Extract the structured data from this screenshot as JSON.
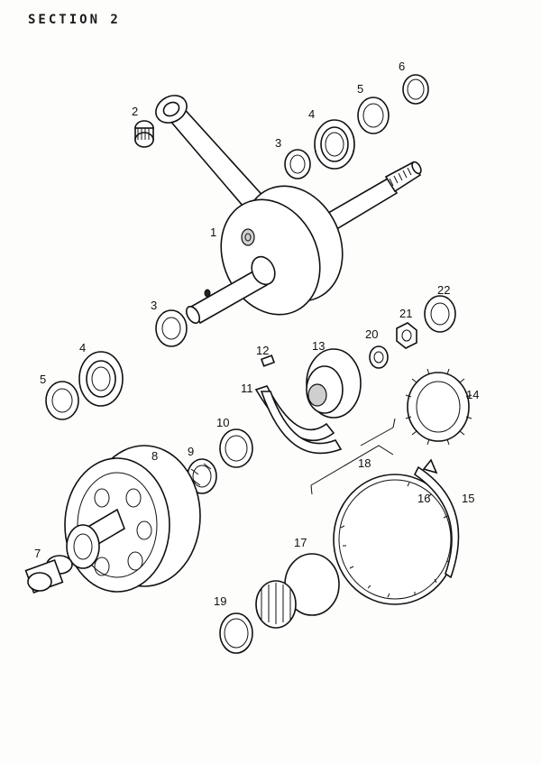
{
  "header": {
    "title": "SECTION 2"
  },
  "callouts": [
    "1",
    "2",
    "3",
    "4",
    "5",
    "6",
    "3",
    "4",
    "5",
    "7",
    "8",
    "9",
    "10",
    "11",
    "12",
    "13",
    "14",
    "15",
    "16",
    "17",
    "18",
    "19",
    "20",
    "21",
    "22"
  ]
}
